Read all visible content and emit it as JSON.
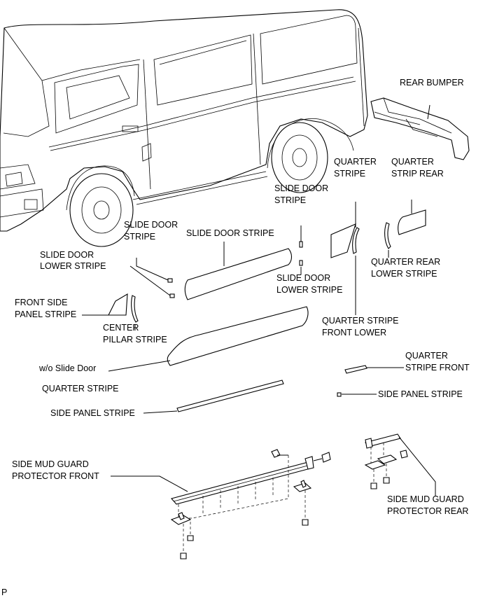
{
  "labels": {
    "rear_bumper": "REAR BUMPER",
    "quarter_stripe_1": "QUARTER",
    "quarter_stripe_2": "STRIPE",
    "quarter_strip_rear_1": "QUARTER",
    "quarter_strip_rear_2": "STRIP REAR",
    "slide_door_stripe_top_1": "SLIDE DOOR",
    "slide_door_stripe_top_2": "STRIPE",
    "slide_door_stripe_left_1": "SLIDE DOOR",
    "slide_door_stripe_left_2": "STRIPE",
    "slide_door_stripe_mid": "SLIDE DOOR STRIPE",
    "slide_door_lower_left_1": "SLIDE DOOR",
    "slide_door_lower_left_2": "LOWER STRIPE",
    "slide_door_lower_right_1": "SLIDE DOOR",
    "slide_door_lower_right_2": "LOWER STRIPE",
    "quarter_rear_lower_1": "QUARTER REAR",
    "quarter_rear_lower_2": "LOWER STRIPE",
    "front_side_panel_1": "FRONT SIDE",
    "front_side_panel_2": "PANEL STRIPE",
    "center_pillar_1": "CENTER",
    "center_pillar_2": "PILLAR STRIPE",
    "quarter_stripe_front_lower_1": "QUARTER STRIPE",
    "quarter_stripe_front_lower_2": "FRONT LOWER",
    "wo_slide_door": "w/o Slide Door",
    "quarter_stripe_bottom": "QUARTER STRIPE",
    "quarter_stripe_front_1": "QUARTER",
    "quarter_stripe_front_2": "STRIPE FRONT",
    "side_panel_stripe_right": "SIDE PANEL STRIPE",
    "side_panel_stripe_left": "SIDE PANEL STRIPE",
    "side_mud_front_1": "SIDE MUD GUARD",
    "side_mud_front_2": "PROTECTOR FRONT",
    "side_mud_rear_1": "SIDE MUD GUARD",
    "side_mud_rear_2": "PROTECTOR REAR",
    "page_marker": "P"
  }
}
